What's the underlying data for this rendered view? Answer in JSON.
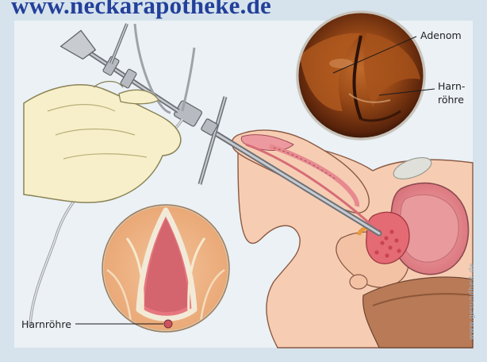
{
  "header": {
    "site_url": "www.neckarapotheke.de"
  },
  "labels": {
    "adenom": "Adenom",
    "harnroehre_line1": "Harn-",
    "harnroehre_line2": "röhre",
    "harnroehre_bottom": "Harnröhre"
  },
  "credit": "www.gesundheit.de",
  "colors": {
    "background": "#d6e3ec",
    "panel": "#ebf1f5",
    "skin": "#f5c9ad",
    "tissue_pink": "#e78a90",
    "glove": "#f6efc8",
    "instrument": "#9fa3a9",
    "endoscopic_photo": "#8a3f12"
  }
}
